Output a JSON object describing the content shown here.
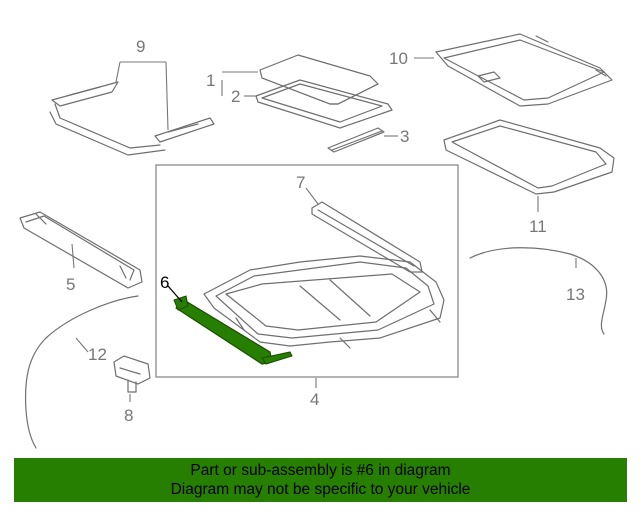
{
  "diagram": {
    "callouts": [
      {
        "id": "1",
        "label": "1"
      },
      {
        "id": "2",
        "label": "2"
      },
      {
        "id": "3",
        "label": "3"
      },
      {
        "id": "4",
        "label": "4"
      },
      {
        "id": "5",
        "label": "5"
      },
      {
        "id": "6",
        "label": "6",
        "highlighted": true
      },
      {
        "id": "7",
        "label": "7"
      },
      {
        "id": "8",
        "label": "8"
      },
      {
        "id": "9",
        "label": "9"
      },
      {
        "id": "10",
        "label": "10"
      },
      {
        "id": "11",
        "label": "11"
      },
      {
        "id": "12",
        "label": "12"
      },
      {
        "id": "13",
        "label": "13"
      }
    ],
    "highlight_color": "#267f00"
  },
  "banner": {
    "line1": "Part or sub-assembly is #6 in diagram",
    "line2": "Diagram may not be specific to your vehicle",
    "background": "#267f00"
  }
}
